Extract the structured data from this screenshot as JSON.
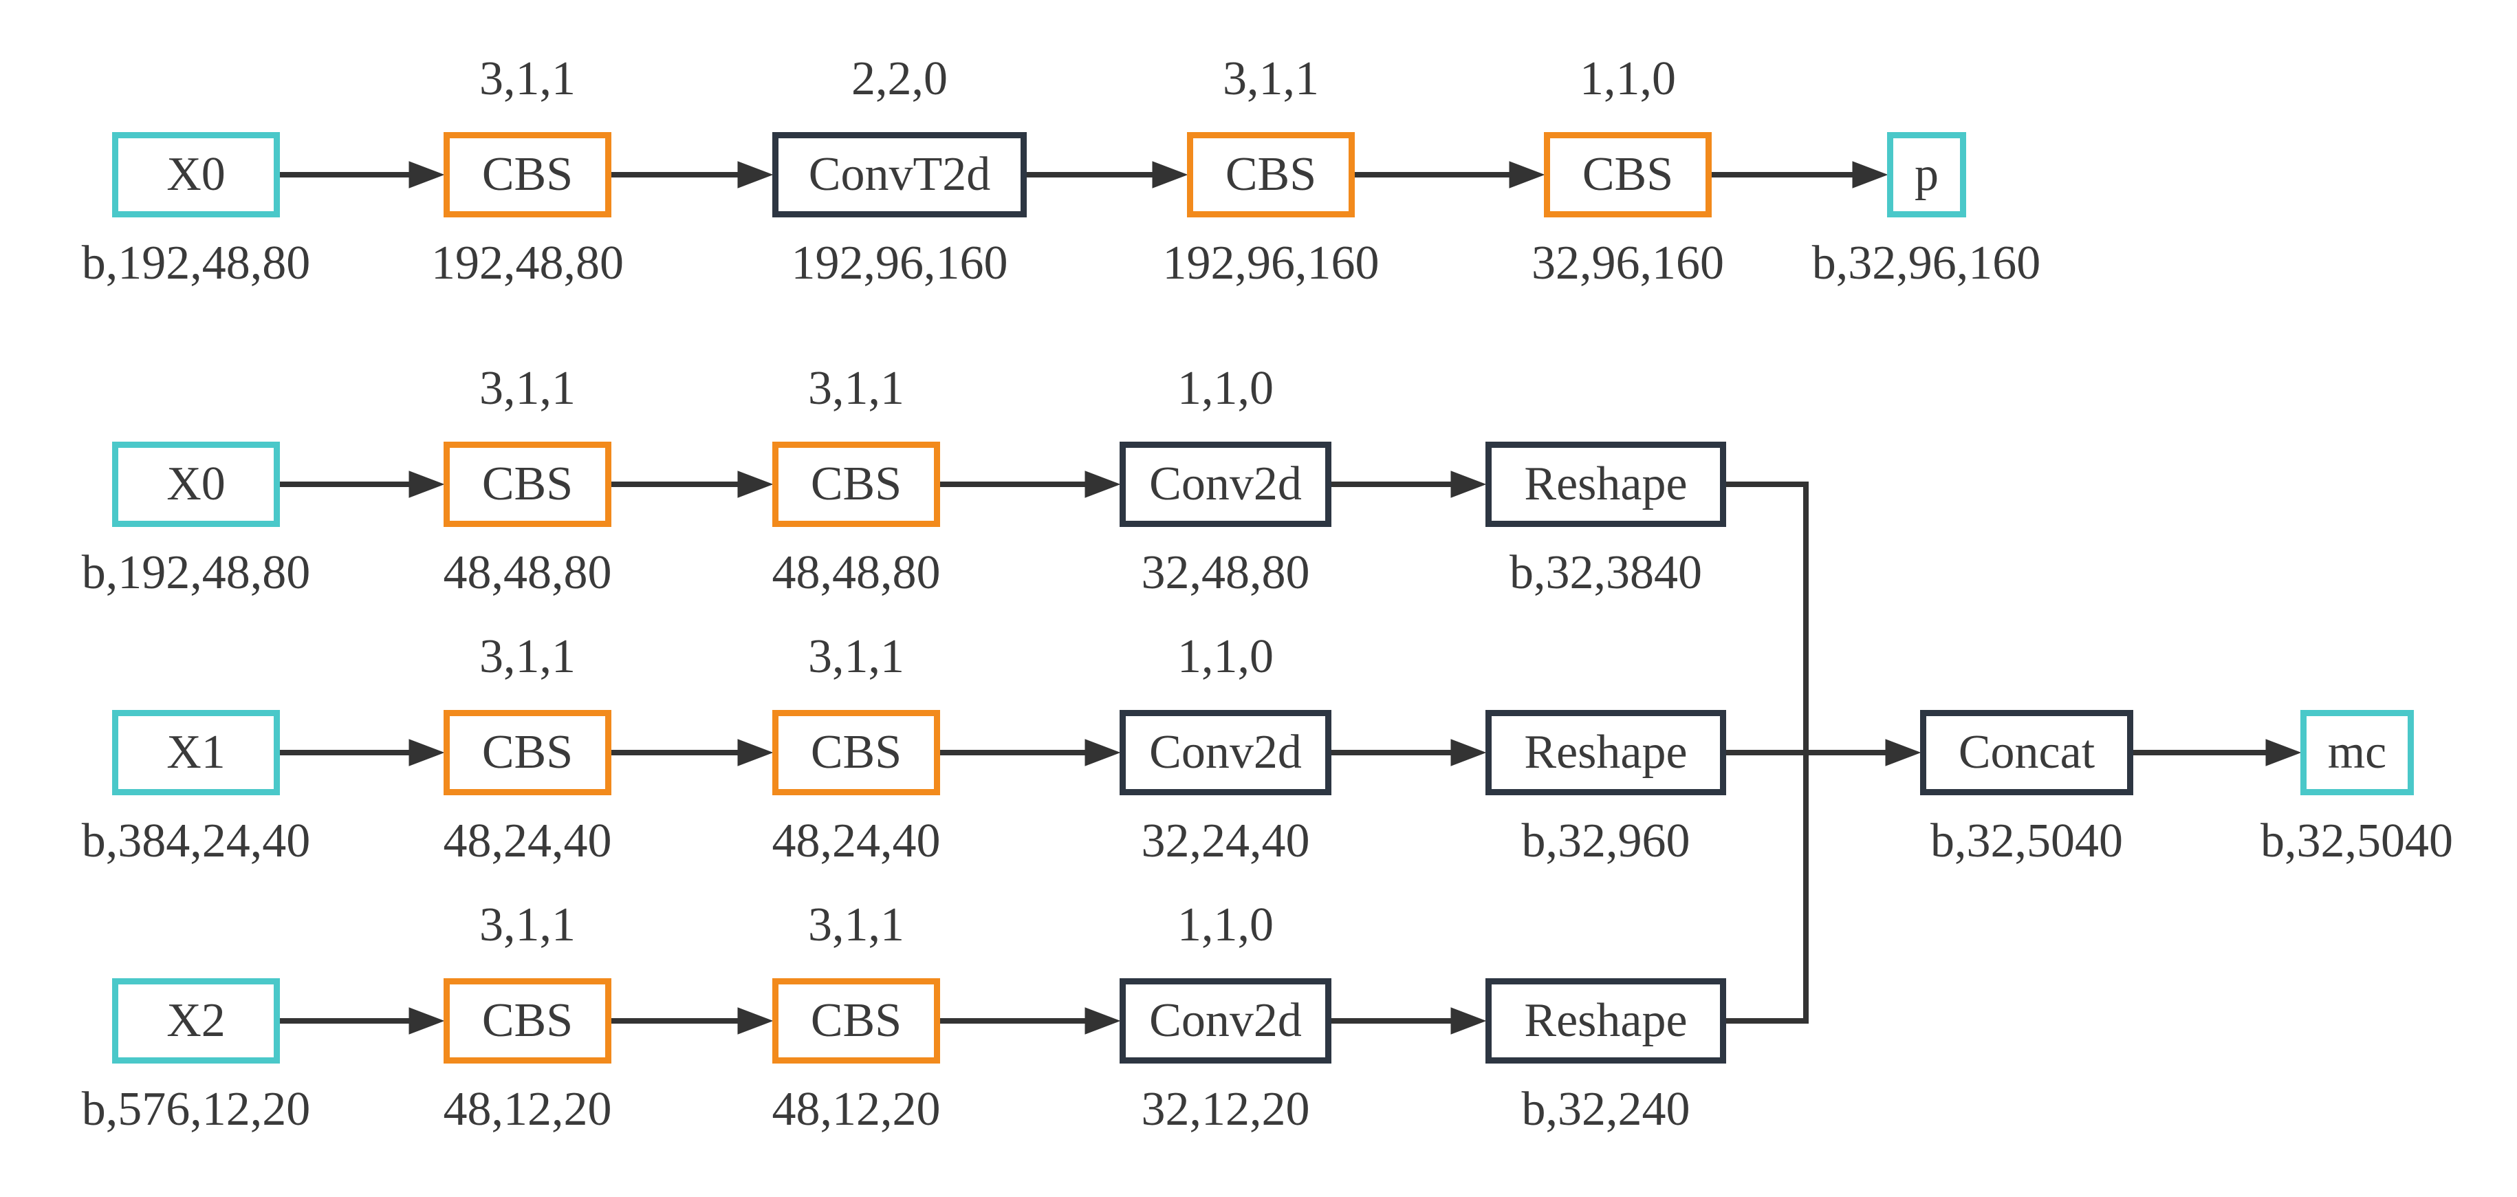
{
  "colors": {
    "input": "#4AC8C9",
    "cbs": "#F28A1C",
    "op": "#2D3642",
    "arrow": "#333333",
    "text": "#3A3A3A",
    "background": "#FFFFFF"
  },
  "rows": [
    {
      "name": "upsample-branch",
      "nodes": [
        {
          "label": "X0",
          "dim": "b,192,48,80"
        },
        {
          "label": "CBS",
          "param": "3,1,1",
          "dim": "192,48,80"
        },
        {
          "label": "ConvT2d",
          "param": "2,2,0",
          "dim": "192,96,160"
        },
        {
          "label": "CBS",
          "param": "3,1,1",
          "dim": "192,96,160"
        },
        {
          "label": "CBS",
          "param": "1,1,0",
          "dim": "32,96,160"
        },
        {
          "label": "p",
          "dim": "b,32,96,160"
        }
      ]
    },
    {
      "name": "scale0-branch",
      "nodes": [
        {
          "label": "X0",
          "dim": "b,192,48,80"
        },
        {
          "label": "CBS",
          "param": "3,1,1",
          "dim": "48,48,80"
        },
        {
          "label": "CBS",
          "param": "3,1,1",
          "dim": "48,48,80"
        },
        {
          "label": "Conv2d",
          "param": "1,1,0",
          "dim": "32,48,80"
        },
        {
          "label": "Reshape",
          "dim": "b,32,3840"
        }
      ]
    },
    {
      "name": "scale1-branch",
      "nodes": [
        {
          "label": "X1",
          "dim": "b,384,24,40"
        },
        {
          "label": "CBS",
          "param": "3,1,1",
          "dim": "48,24,40"
        },
        {
          "label": "CBS",
          "param": "3,1,1",
          "dim": "48,24,40"
        },
        {
          "label": "Conv2d",
          "param": "1,1,0",
          "dim": "32,24,40"
        },
        {
          "label": "Reshape",
          "dim": "b,32,960"
        },
        {
          "label": "Concat",
          "dim": "b,32,5040"
        },
        {
          "label": "mc",
          "dim": "b,32,5040"
        }
      ]
    },
    {
      "name": "scale2-branch",
      "nodes": [
        {
          "label": "X2",
          "dim": "b,576,12,20"
        },
        {
          "label": "CBS",
          "param": "3,1,1",
          "dim": "48,12,20"
        },
        {
          "label": "CBS",
          "param": "3,1,1",
          "dim": "48,12,20"
        },
        {
          "label": "Conv2d",
          "param": "1,1,0",
          "dim": "32,12,20"
        },
        {
          "label": "Reshape",
          "dim": "b,32,240"
        }
      ]
    }
  ]
}
